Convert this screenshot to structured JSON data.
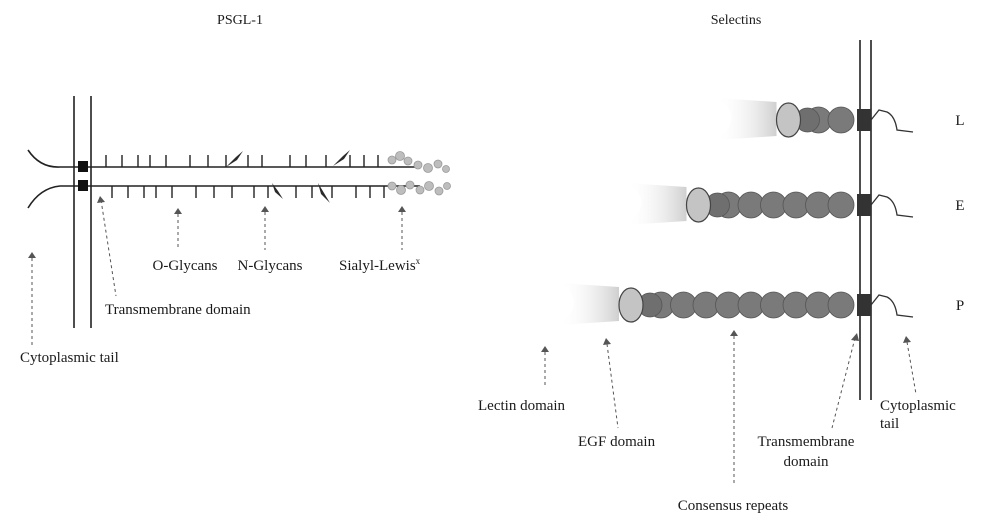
{
  "left_panel": {
    "title": "PSGL-1",
    "labels": {
      "o_glycans": "O-Glycans",
      "n_glycans": "N-Glycans",
      "sialyl_lewis": "Sialyl-Lewis",
      "sialyl_lewis_sup": "x",
      "transmembrane": "Transmembrane domain",
      "cytoplasmic": "Cytoplasmic tail"
    }
  },
  "right_panel": {
    "title": "Selectins",
    "selectins": [
      {
        "letter": "L",
        "consensus_repeats": 2
      },
      {
        "letter": "E",
        "consensus_repeats": 6
      },
      {
        "letter": "P",
        "consensus_repeats": 9
      }
    ],
    "labels": {
      "lectin": "Lectin domain",
      "egf": "EGF domain",
      "consensus": "Consensus repeats",
      "transmembrane_line1": "Transmembrane",
      "transmembrane_line2": "domain",
      "cytoplasmic_line1": "Cytoplasmic",
      "cytoplasmic_line2": "tail"
    }
  },
  "colors": {
    "repeat_fill": "#7a7a7a",
    "lectin_fill": "#c4c4c4",
    "tm_fill": "#333333",
    "ligand_fill": "#d8d8d8"
  }
}
